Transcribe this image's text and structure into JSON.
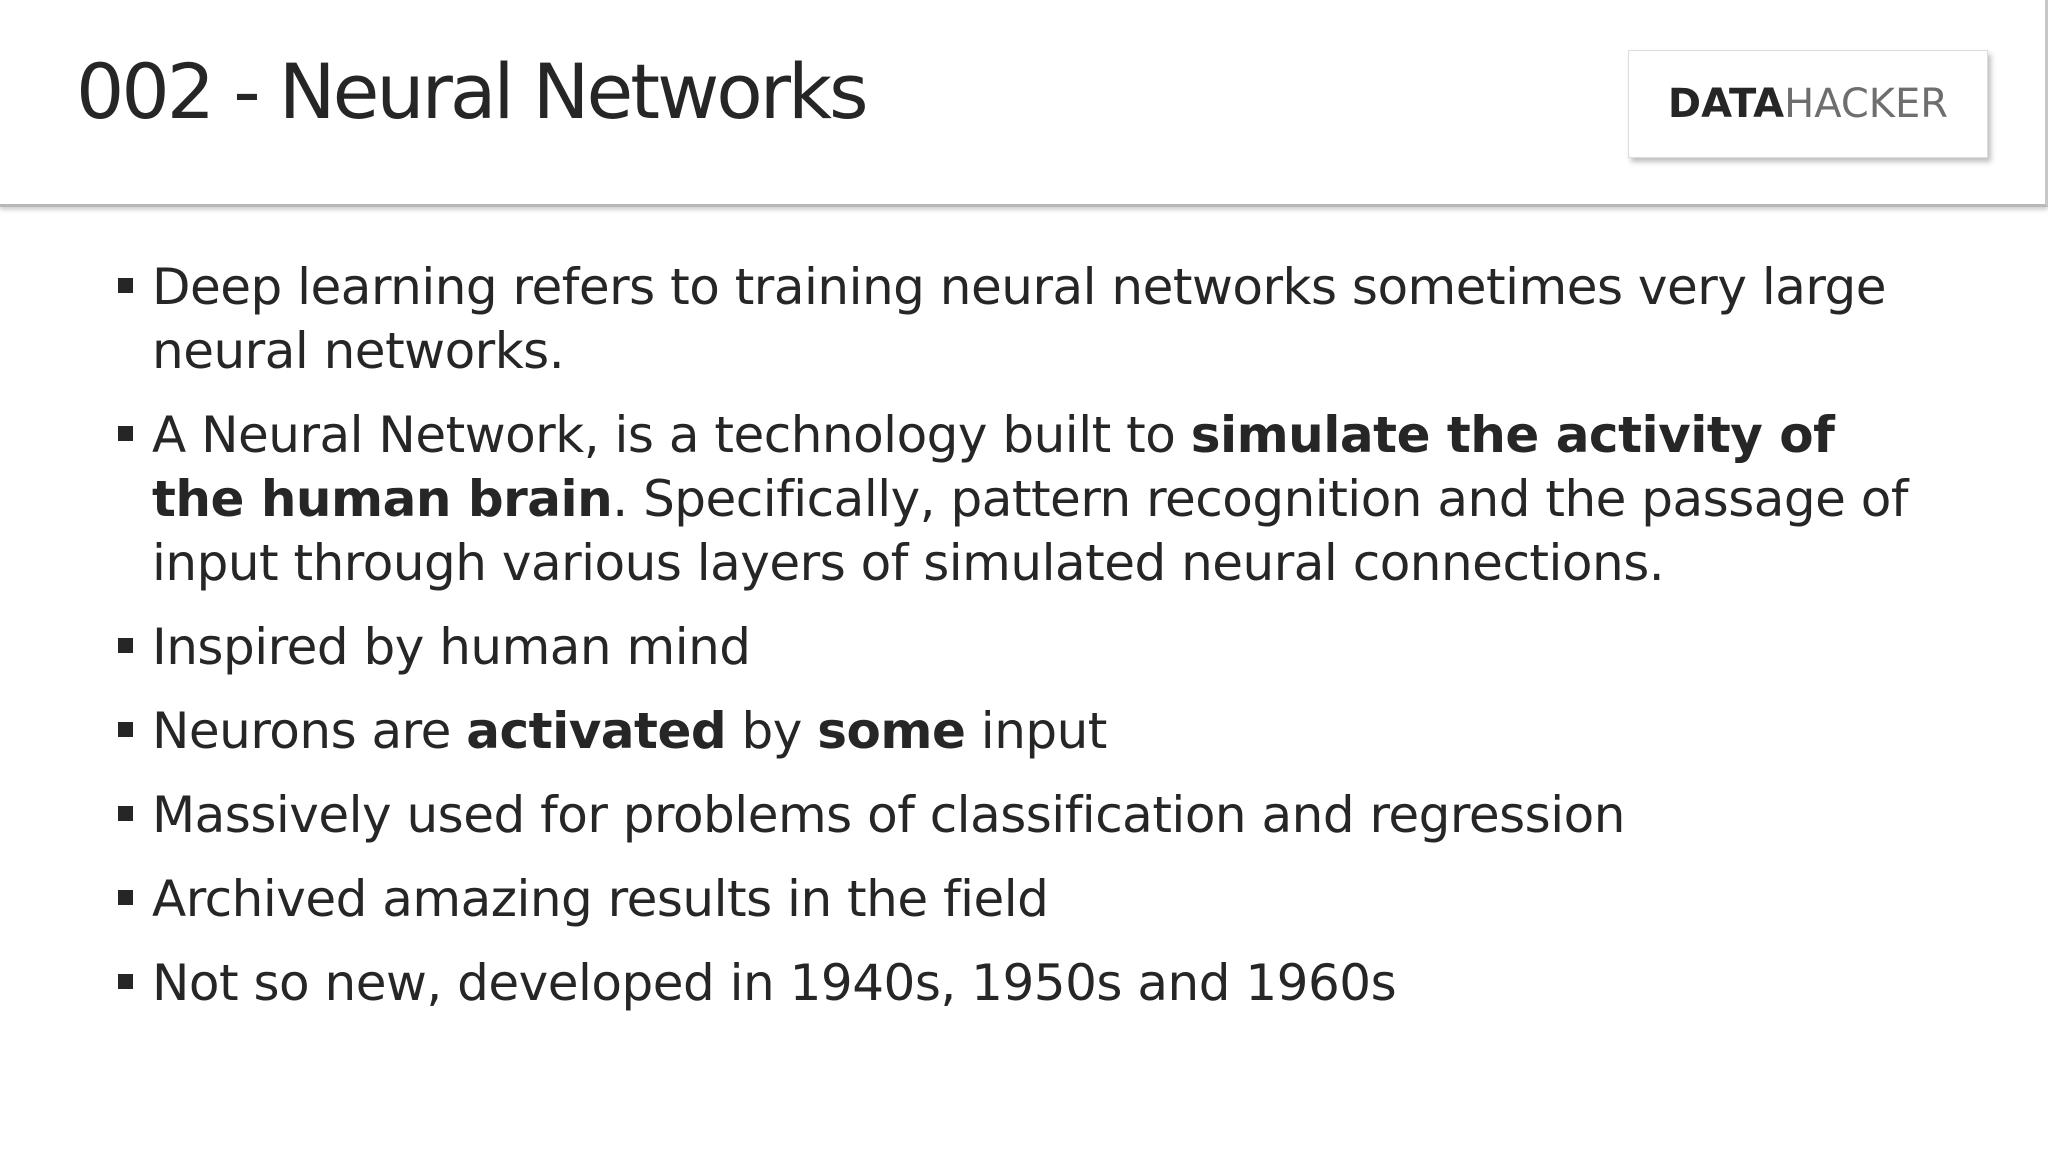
{
  "slide": {
    "title": "002 - Neural Networks",
    "logo": {
      "bold_part": "DATA",
      "light_part": "HACKER"
    }
  },
  "bullets": [
    {
      "parts": [
        {
          "text": "Deep learning refers to training neural networks sometimes very large neural networks."
        }
      ]
    },
    {
      "parts": [
        {
          "text": "A Neural Network, is a technology built to "
        },
        {
          "text": "simulate the activity of the human brain",
          "bold": true
        },
        {
          "text": ". Specifically, pattern recognition and the passage of input through various layers of simulated neural connections."
        }
      ]
    },
    {
      "parts": [
        {
          "text": "Inspired by human mind"
        }
      ]
    },
    {
      "parts": [
        {
          "text": "Neurons are "
        },
        {
          "text": "activated",
          "bold": true
        },
        {
          "text": " by "
        },
        {
          "text": "some",
          "bold": true
        },
        {
          "text": " input"
        }
      ]
    },
    {
      "parts": [
        {
          "text": "Massively used for problems of classification and regression"
        }
      ]
    },
    {
      "parts": [
        {
          "text": "Archived amazing results in the field"
        }
      ]
    },
    {
      "parts": [
        {
          "text": "Not so new, developed in 1940s, 1950s and 1960s"
        }
      ]
    }
  ]
}
